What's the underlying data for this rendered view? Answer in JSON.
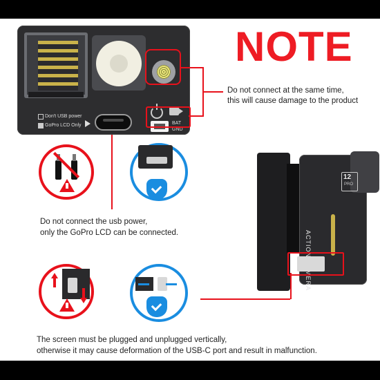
{
  "title": "NOTE",
  "note_text_line1": "Do not connect at the same time,",
  "note_text_line2": "this will cause damage to the product",
  "board": {
    "option1": "Don't USB power",
    "option2": "GoPro LCD Only",
    "bat_label": "BAT",
    "gnd_label": "GND"
  },
  "usb_warning_line1": "Do not connect the usb power,",
  "usb_warning_line2": "only the GoPro LCD can be connected.",
  "screen_warning_line1": "The screen must be plugged and unplugged vertically,",
  "screen_warning_line2": "otherwise it may cause deformation of the USB-C port and result in malfunction.",
  "camera": {
    "badge_number": "12",
    "badge_sub": "PRO",
    "label": "ACTION CAMERA"
  },
  "colors": {
    "accent_red": "#e8111b",
    "accent_blue": "#1a8de0",
    "board_dark": "#2d2d2f"
  }
}
